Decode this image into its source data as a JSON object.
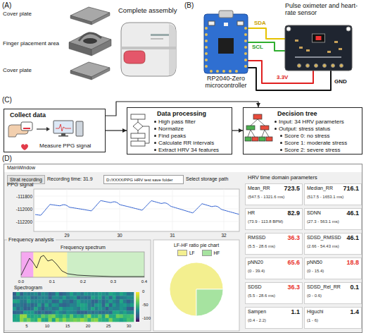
{
  "diagram": {
    "nodes": [
      {
        "text": [
          "RP2040-Zero microcontroller"
        ]
      },
      {
        "text": [
          "Pulse oximeter and heart-rate sensor"
        ]
      },
      {
        "text": [
          "Collect data",
          "Measure PPG signal"
        ]
      },
      {
        "text": [
          "Data processing",
          "High pass filter",
          "Normalize",
          "Find peaks",
          "Calculate RR intervals",
          "Extract HRV 34 features"
        ]
      },
      {
        "text": [
          "Decision tree",
          "Input: 34 HRV parameters",
          "Output: stress status",
          "Score 0: no stress",
          "Score 1: moderate stress",
          "Score 2: severe stress"
        ]
      },
      {
        "text": [
          "MainWindow"
        ]
      },
      {
        "text": [
          "Strat recording"
        ],
        "in": 5
      },
      {
        "text": [
          "D:/XXXX/PPG HRV test save folder"
        ],
        "in": 5
      },
      {
        "text": [
          "Mean_RR",
          "723.5",
          "(547.5 - 1321.6 ms)"
        ],
        "in": 5
      },
      {
        "text": [
          "Median_RR",
          "716.1",
          "(517.5 - 1653.1 ms)"
        ],
        "in": 5
      },
      {
        "text": [
          "HR",
          "82.9",
          "(73.9 - 113.8 BPM)"
        ],
        "in": 5
      },
      {
        "text": [
          "SDNN",
          "46.1",
          "(27.3 - 563.1 ms)"
        ],
        "in": 5
      },
      {
        "text": [
          "RMSSD",
          "36.3",
          "(5.5 - 28.6 ms)"
        ],
        "in": 5
      },
      {
        "text": [
          "SDSD_RMSSD",
          "46.1",
          "(2.66 - 54.43 ms)"
        ],
        "in": 5
      },
      {
        "text": [
          "pNN20",
          "65.6",
          "(0 - 39.4)"
        ],
        "in": 5
      },
      {
        "text": [
          "pNN50",
          "18.8",
          "(0 - 15.4)"
        ],
        "in": 5
      },
      {
        "text": [
          "SDSD",
          "36.3",
          "(5.5 - 28.6 ms)"
        ],
        "in": 5
      },
      {
        "text": [
          "SDSD_Rel_RR",
          "0.1",
          "(0 - 0.6)"
        ],
        "in": 5
      },
      {
        "text": [
          "Sampen",
          "1.1",
          "(0.4 - 2.2)"
        ],
        "in": 5
      },
      {
        "text": [
          "Higuchi",
          "1.4",
          "(1 - 6)"
        ],
        "in": 5
      }
    ],
    "edges": [
      {
        "from": 0,
        "to": 1,
        "label": "SDA",
        "arrow": "none"
      },
      {
        "from": 0,
        "to": 1,
        "label": "SCL",
        "arrow": "none"
      },
      {
        "from": 0,
        "to": 1,
        "label": "3.3V",
        "arrow": "none"
      },
      {
        "from": 0,
        "to": 1,
        "label": "GND",
        "arrow": "none"
      },
      {
        "from": 2,
        "to": 3,
        "arrow": "to"
      },
      {
        "from": 3,
        "to": 4,
        "arrow": "to"
      },
      {
        "from": 2,
        "to": 4,
        "arrow": "to"
      }
    ],
    "labels": [
      "(A)",
      "Cover plate",
      "Finger placement area",
      "Cover plate",
      "Complete assembly",
      "(B)",
      "(C)",
      "(D)",
      "Recording time: 31.9",
      "Select storage path",
      "HRV time domain parameters",
      "PPG signal",
      "-111800",
      "-112000",
      "-112200",
      "29",
      "30",
      "31",
      "32",
      "Frequency analysis",
      "Frequency spectrum",
      "0.0",
      "0.1",
      "0.2",
      "0.3",
      "0.4",
      "Spectrogram",
      "5",
      "10",
      "15",
      "20",
      "25",
      "30",
      "0",
      "-50",
      "-100",
      "LF-HF ratio pie chart"
    ],
    "legend": [
      {
        "text": "LF",
        "color": "#f3ef8f"
      },
      {
        "text": "HF",
        "color": "#a6e3a0"
      }
    ]
  }
}
